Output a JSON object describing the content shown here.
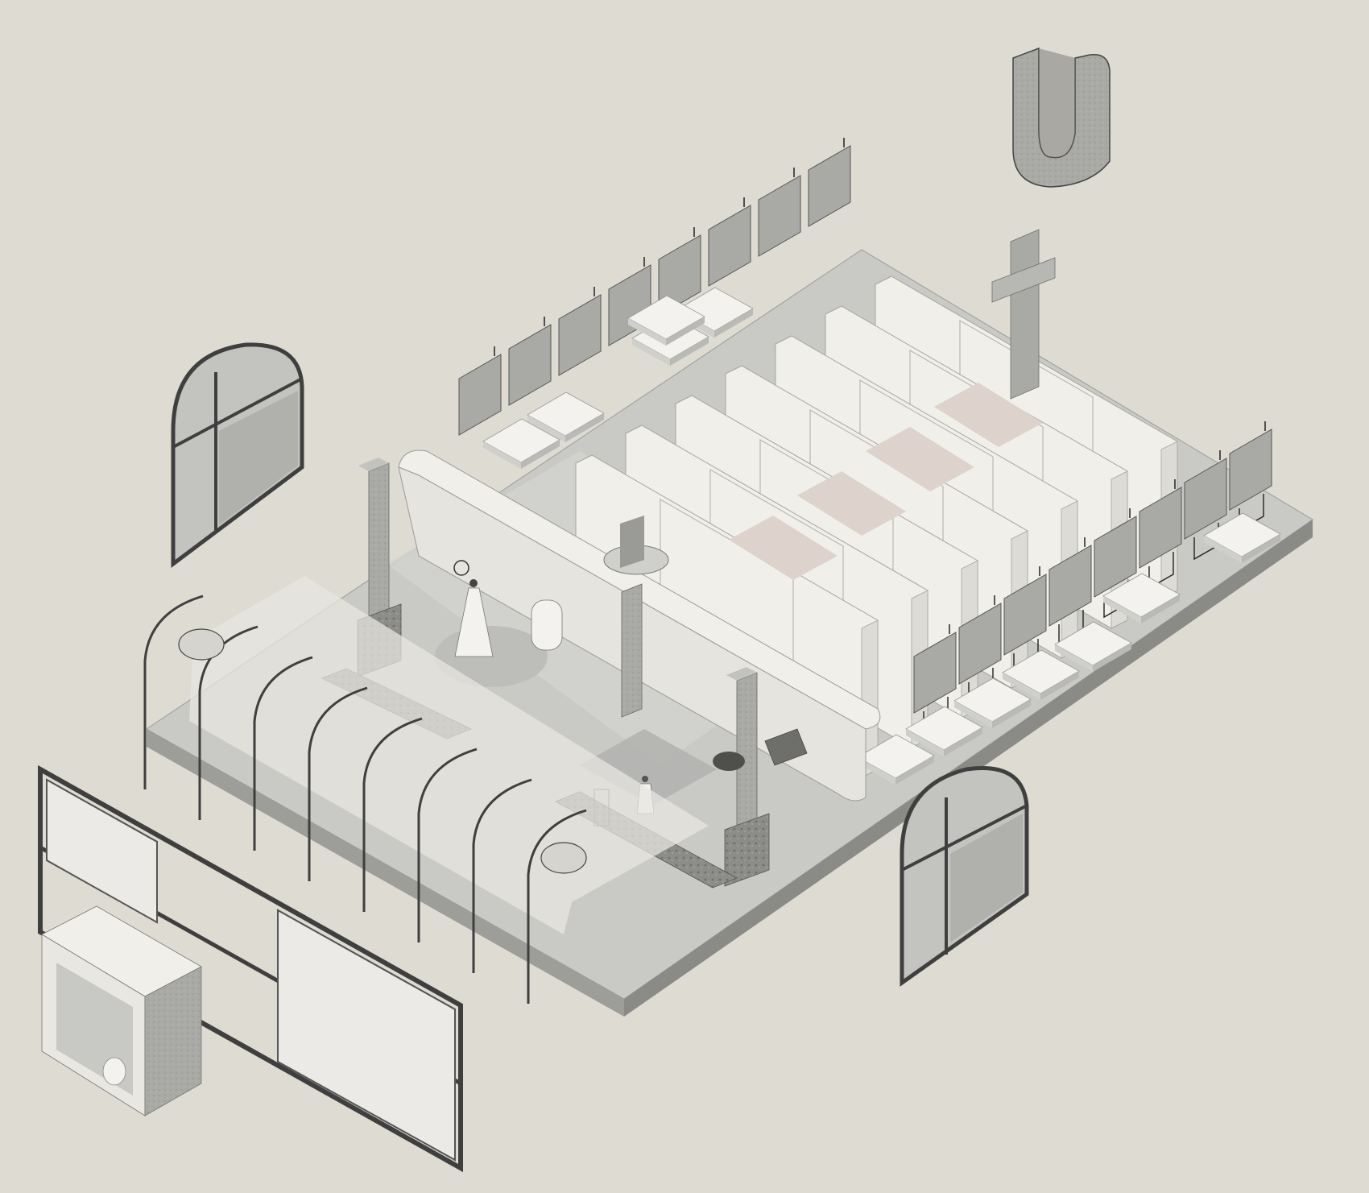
{
  "diagram": {
    "kind": "exploded axonometric drawing",
    "text_labels": [],
    "colors": {
      "background": "#dddbd2",
      "outline": "#3f3f3f",
      "concrete": "#a9a9a6",
      "concrete_dark": "#7d7d7a",
      "slab_top": "#c9c9c6",
      "slab_side": "#8f8f8c",
      "white_panel": "#f0efea",
      "white_panel_shade": "#dcdbd5",
      "pink_floor": "#ddd2cc",
      "glass": "#cfcfcb"
    },
    "components": {
      "partition_walls": 7,
      "hanging_panels_back_row": 8,
      "hanging_panels_front_row": 8,
      "floor_cushions": 12,
      "vault_ribs": 8,
      "arched_windows": 2,
      "columns": 3,
      "mannequins": 2
    }
  }
}
